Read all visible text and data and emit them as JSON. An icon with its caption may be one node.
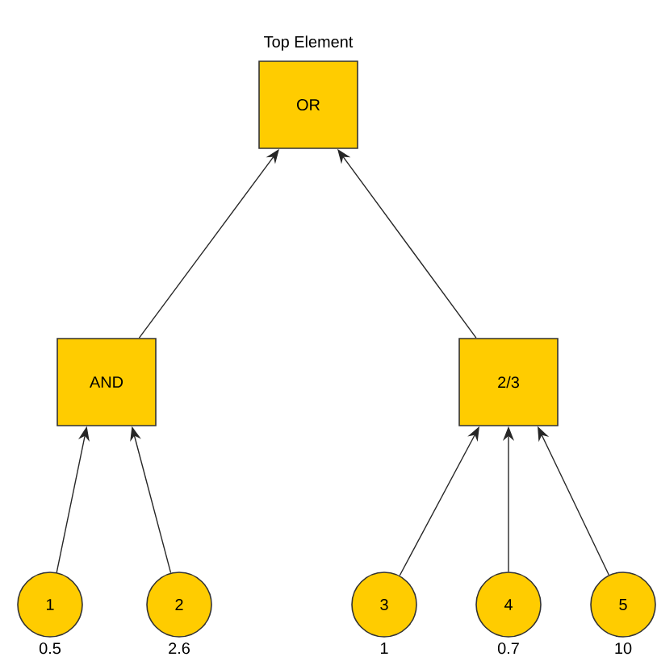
{
  "diagram": {
    "nodes": [
      {
        "text": [
          "OR"
        ],
        "beside": [
          "Top Element"
        ]
      },
      {
        "text": [
          "AND"
        ]
      },
      {
        "text": [
          "2/3"
        ]
      },
      {
        "text": [
          "1"
        ],
        "beside": [
          "0.5"
        ]
      },
      {
        "text": [
          "2"
        ],
        "beside": [
          "2.6"
        ]
      },
      {
        "text": [
          "3"
        ],
        "beside": [
          "1"
        ]
      },
      {
        "text": [
          "4"
        ],
        "beside": [
          "0.7"
        ]
      },
      {
        "text": [
          "5"
        ],
        "beside": [
          "10"
        ]
      }
    ],
    "edges": [
      {
        "from": 1,
        "to": 0,
        "arrow": "to"
      },
      {
        "from": 2,
        "to": 0,
        "arrow": "to"
      },
      {
        "from": 3,
        "to": 1,
        "arrow": "to"
      },
      {
        "from": 4,
        "to": 1,
        "arrow": "to"
      },
      {
        "from": 5,
        "to": 2,
        "arrow": "to"
      },
      {
        "from": 6,
        "to": 2,
        "arrow": "to"
      },
      {
        "from": 7,
        "to": 2,
        "arrow": "to"
      }
    ]
  }
}
